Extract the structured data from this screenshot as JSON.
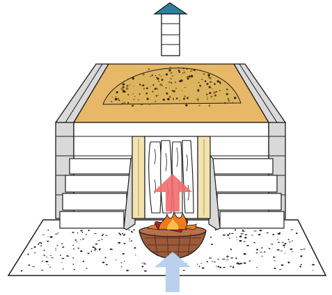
{
  "illustration": {
    "subject": "",
    "colors": {
      "outline": "#1a1a1a",
      "wall": "#ffffff",
      "wall_shade": "#d9d9d9",
      "roof_fill": "#e8b869",
      "mound": "#dcb45e",
      "door_frame": "#f2e3b0",
      "chimney_cap": "#2d7fa0",
      "fire_orange": "#f07a1e",
      "fire_red": "#c0221a",
      "basket": "#9b5a3a",
      "basket_light": "#b8714a",
      "heat_arrow": "#f26d6d",
      "air_arrow": "#b9d1ee",
      "ground": "#ffffff",
      "speckle": "#222222"
    },
    "arrows": [
      {
        "meaning": "rising-heat",
        "direction": "up"
      },
      {
        "meaning": "incoming-air",
        "direction": "up"
      }
    ]
  }
}
